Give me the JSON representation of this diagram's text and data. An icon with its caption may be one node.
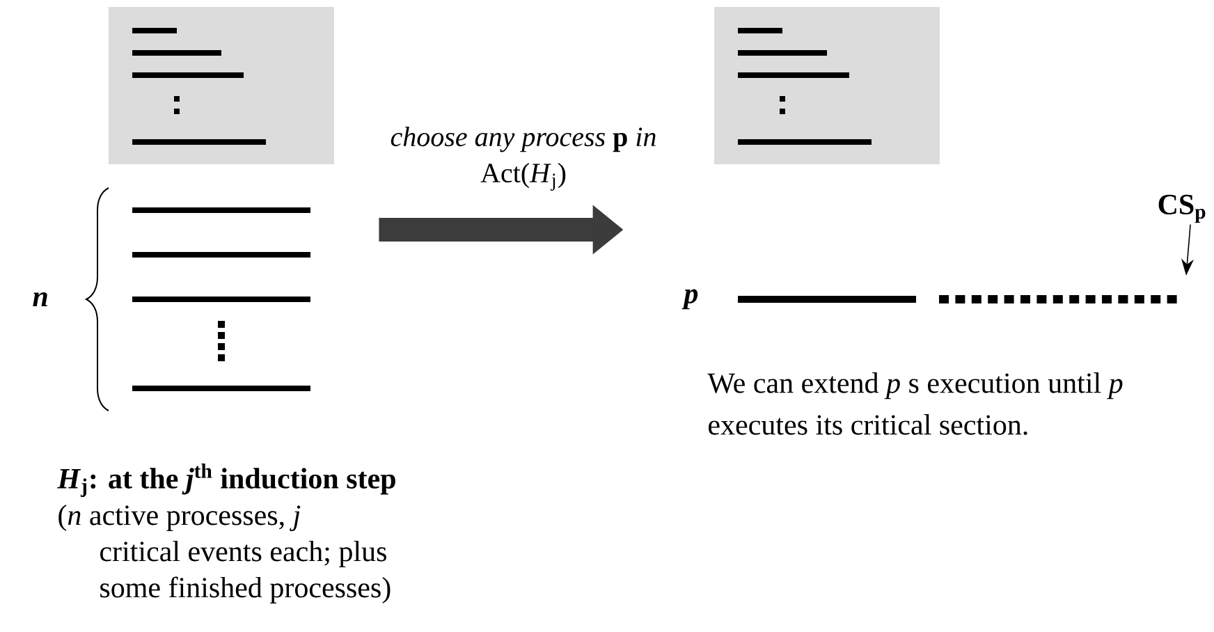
{
  "diagram": {
    "nodes": [
      {
        "text": [],
        "shape": "box"
      },
      {
        "text": [],
        "shape": "box"
      },
      {
        "text": [],
        "shape": "picture"
      },
      {
        "text": [],
        "shape": "picture",
        "beside": [
          "p"
        ]
      },
      {
        "text": [
          "CS$_{p}$"
        ]
      }
    ],
    "edges": [
      {
        "from": 2,
        "to": 3,
        "arrow": "to",
        "label": "*choose any process* **p** *in* Act(*H*$_{j}$)",
        "style": "thick",
        "color": "#3c3c3c"
      },
      {
        "from": 4,
        "to": null,
        "arrow": "to"
      }
    ],
    "labels": [
      "n",
      "We can extend *p* s execution until *p* executes its critical section.",
      "*H*$_{j}$: at the *j*$^{th}$ induction step",
      "(*n* active processes, *j* critical events each; plus some finished processes)"
    ]
  }
}
